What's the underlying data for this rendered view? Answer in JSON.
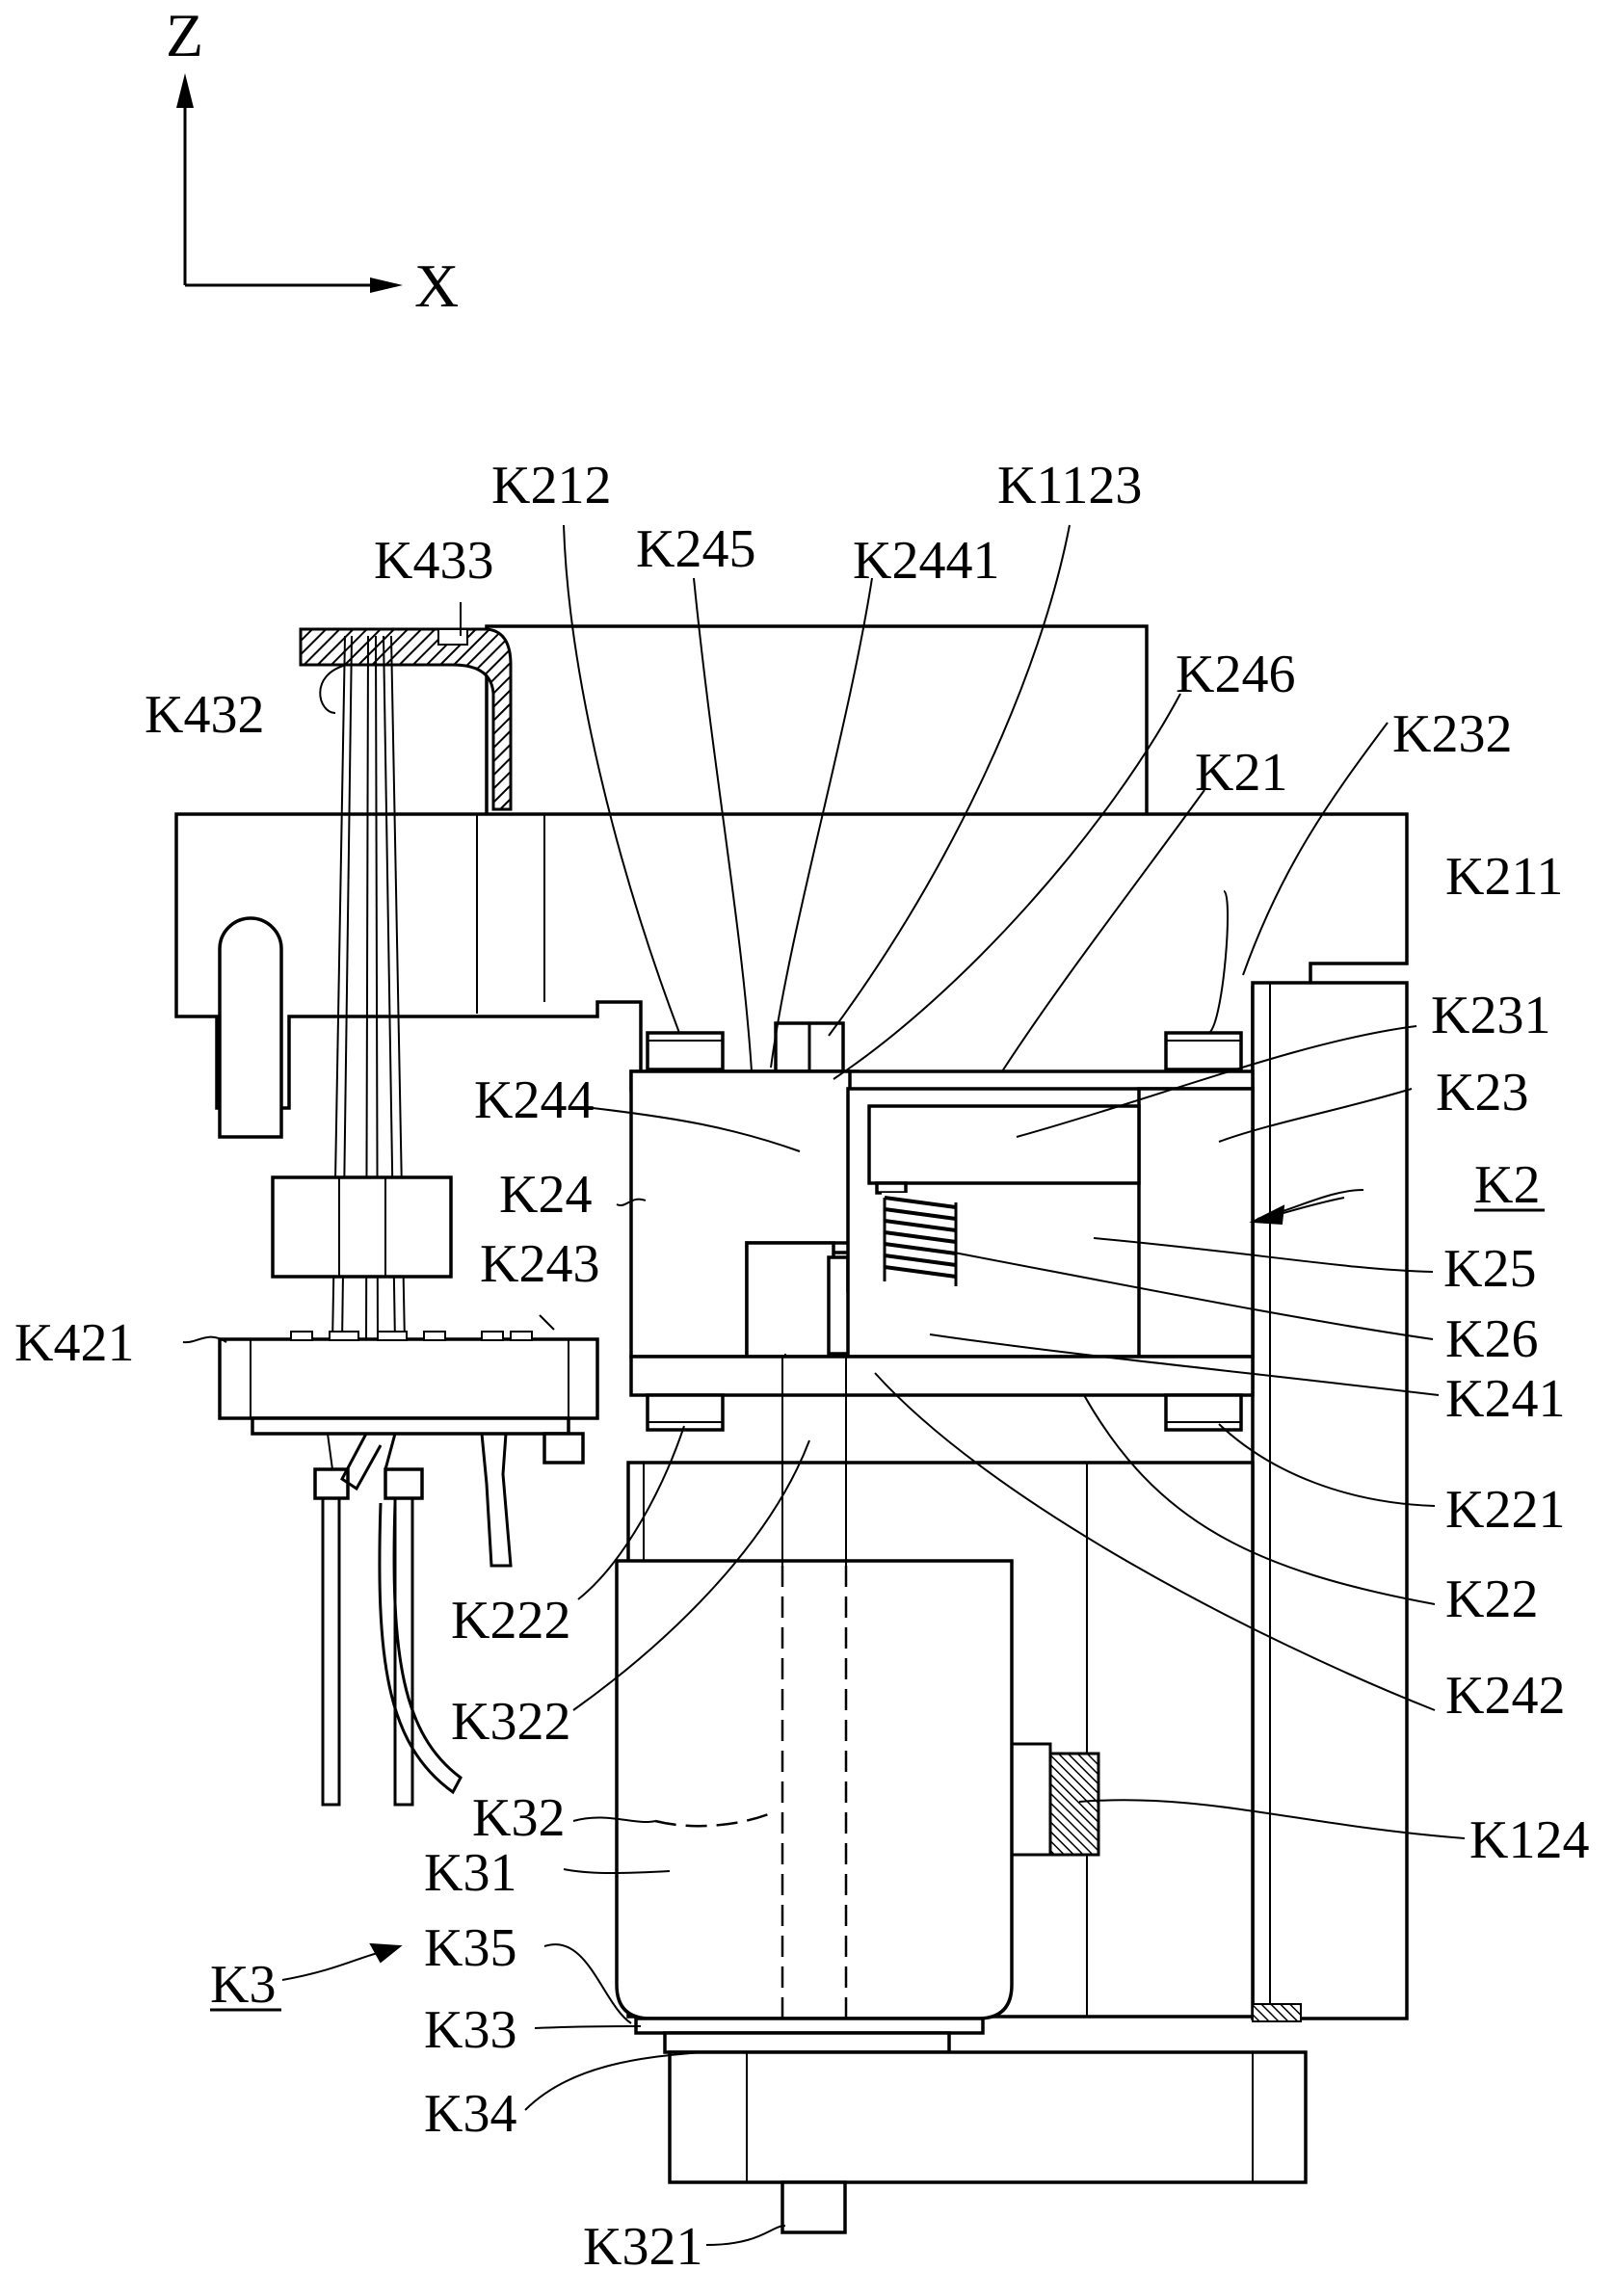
{
  "axes": {
    "z_label": "Z",
    "x_label": "X"
  },
  "labels": {
    "K212": "K212",
    "K433": "K433",
    "K245": "K245",
    "K2441": "K2441",
    "K1123": "K1123",
    "K432": "K432",
    "K246": "K246",
    "K21": "K21",
    "K232": "K232",
    "K211": "K211",
    "K231": "K231",
    "K244": "K244",
    "K23": "K23",
    "K24": "K24",
    "K2": "K2",
    "K243": "K243",
    "K25": "K25",
    "K421": "K421",
    "K26": "K26",
    "K241": "K241",
    "K221": "K221",
    "K222": "K222",
    "K22": "K22",
    "K322": "K322",
    "K242": "K242",
    "K124": "K124",
    "K32": "K32",
    "K31": "K31",
    "K3": "K3",
    "K35": "K35",
    "K33": "K33",
    "K34": "K34",
    "K321": "K321"
  }
}
